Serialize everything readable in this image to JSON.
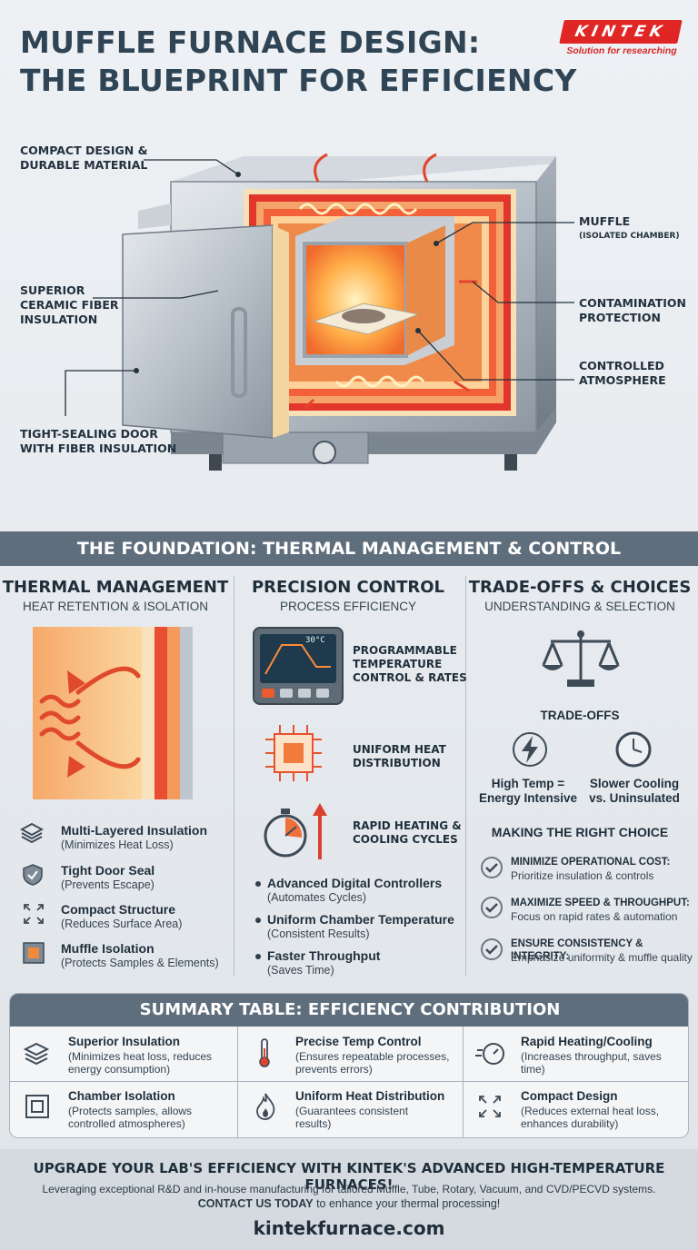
{
  "header": {
    "title_line1": "MUFFLE FURNACE DESIGN:",
    "title_line2": "THE BLUEPRINT FOR EFFICIENCY",
    "logo_text": "KINTEK",
    "logo_tagline": "Solution for researching"
  },
  "hero": {
    "labels": {
      "compact_design_1": "COMPACT DESIGN &",
      "compact_design_2": "DURABLE MATERIAL",
      "ceramic_1": "SUPERIOR",
      "ceramic_2": "CERAMIC FIBER",
      "ceramic_3": "INSULATION",
      "door_1": "TIGHT-SEALING DOOR",
      "door_2": "WITH FIBER INSULATION",
      "muffle": "MUFFLE",
      "muffle_sub": "(ISOLATED CHAMBER)",
      "contamination_1": "CONTAMINATION",
      "contamination_2": "PROTECTION",
      "atmosphere_1": "CONTROLLED",
      "atmosphere_2": "ATMOSPHERE"
    }
  },
  "foundation": {
    "band_title": "THE FOUNDATION: THERMAL MANAGEMENT & CONTROL",
    "thermal": {
      "title": "THERMAL MANAGEMENT",
      "subtitle": "HEAT RETENTION & ISOLATION",
      "features": [
        {
          "title": "Multi-Layered Insulation",
          "sub": "(Minimizes Heat Loss)"
        },
        {
          "title": "Tight Door Seal",
          "sub": "(Prevents Escape)"
        },
        {
          "title": "Compact Structure",
          "sub": "(Reduces Surface Area)"
        },
        {
          "title": "Muffle Isolation",
          "sub": "(Protects Samples & Elements)"
        }
      ]
    },
    "precision": {
      "title": "PRECISION CONTROL",
      "subtitle": "PROCESS EFFICIENCY",
      "display_readout": "30°C",
      "icons": [
        {
          "label_1": "PROGRAMMABLE",
          "label_2": "TEMPERATURE",
          "label_3": "CONTROL & RATES"
        },
        {
          "label_1": "UNIFORM HEAT",
          "label_2": "DISTRIBUTION"
        },
        {
          "label_1": "RAPID HEATING &",
          "label_2": "COOLING CYCLES"
        }
      ],
      "bullets": [
        {
          "title": "Advanced Digital Controllers",
          "sub": "(Automates Cycles)"
        },
        {
          "title": "Uniform Chamber Temperature",
          "sub": "(Consistent Results)"
        },
        {
          "title": "Faster Throughput",
          "sub": "(Saves Time)"
        }
      ]
    },
    "tradeoffs": {
      "title": "TRADE-OFFS & CHOICES",
      "subtitle": "UNDERSTANDING & SELECTION",
      "tradeoffs_label": "TRADE-OFFS",
      "items": [
        {
          "line1": "High Temp =",
          "line2": "Energy Intensive"
        },
        {
          "line1": "Slower Cooling",
          "line2": "vs. Uninsulated"
        }
      ],
      "choice_title": "MAKING THE RIGHT CHOICE",
      "choices": [
        {
          "title": "MINIMIZE OPERATIONAL COST:",
          "sub": "Prioritize insulation & controls"
        },
        {
          "title": "MAXIMIZE SPEED & THROUGHPUT:",
          "sub": "Focus on rapid rates & automation"
        },
        {
          "title": "ENSURE CONSISTENCY & INTEGRITY:",
          "sub": "Emphasize uniformity & muffle quality"
        }
      ]
    }
  },
  "summary": {
    "title": "SUMMARY TABLE: EFFICIENCY CONTRIBUTION",
    "cells": [
      {
        "title": "Superior Insulation",
        "sub1": "(Minimizes heat loss, reduces",
        "sub2": "energy consumption)"
      },
      {
        "title": "Precise Temp Control",
        "sub1": "(Ensures repeatable processes,",
        "sub2": "prevents errors)"
      },
      {
        "title": "Rapid Heating/Cooling",
        "sub1": "(Increases throughput, saves",
        "sub2": "time)"
      },
      {
        "title": "Chamber Isolation",
        "sub1": "(Protects samples, allows",
        "sub2": "controlled atmospheres)"
      },
      {
        "title": "Uniform Heat Distribution",
        "sub1": "(Guarantees consistent",
        "sub2": "results)"
      },
      {
        "title": "Compact Design",
        "sub1": "(Reduces external heat loss,",
        "sub2": "enhances durability)"
      }
    ]
  },
  "footer": {
    "cta": "UPGRADE YOUR LAB'S EFFICIENCY WITH KINTEK'S ADVANCED HIGH-TEMPERATURE FURNACES!",
    "description": "Leveraging exceptional R&D and in-house manufacturing for tailored Muffle, Tube, Rotary, Vacuum, and CVD/PECVD systems.",
    "contact_bold": "CONTACT US TODAY",
    "contact_rest": " to enhance your thermal processing!",
    "url": "kintekfurnace.com"
  },
  "colors": {
    "dark_slate": "#2f4556",
    "band": "#5f6e7c",
    "accent_red": "#e02525",
    "heat_orange": "#f07a3a"
  }
}
